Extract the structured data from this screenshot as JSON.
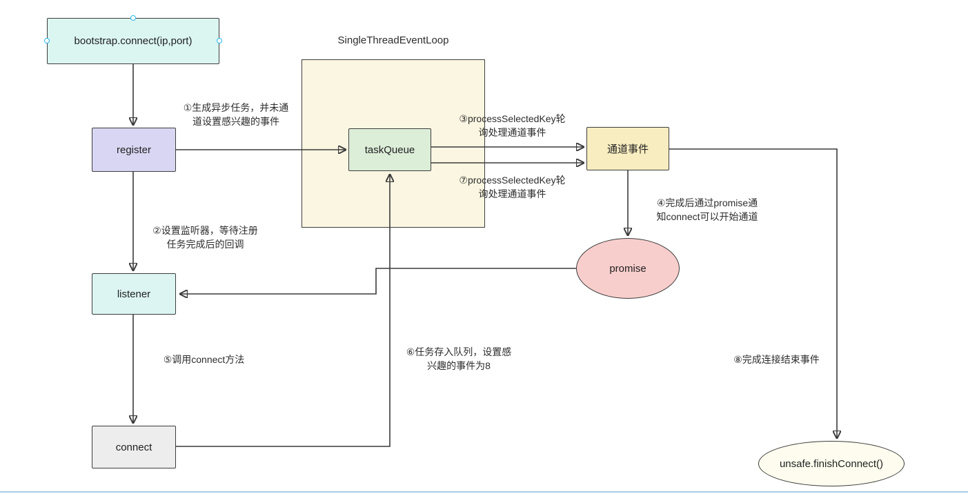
{
  "diagram": {
    "container_title": "SingleThreadEventLoop",
    "nodes": {
      "bootstrap": {
        "label": "bootstrap.connect(ip,port)",
        "fill": "#dbf6f1"
      },
      "register": {
        "label": "register",
        "fill": "#d9d6f3"
      },
      "task_queue": {
        "label": "taskQueue",
        "fill": "#dcedd8"
      },
      "channel_event": {
        "label": "通道事件",
        "fill": "#f8edc0"
      },
      "promise": {
        "label": "promise",
        "fill": "#f8cecc"
      },
      "listener": {
        "label": "listener",
        "fill": "#dcf5f3"
      },
      "connect": {
        "label": "connect",
        "fill": "#ededed"
      },
      "finish_connect": {
        "label": "unsafe.finishConnect()",
        "fill": "#fdfcee"
      }
    },
    "edge_labels": {
      "step1": "①生成异步任务，并未通\n道设置感兴趣的事件",
      "step2": "②设置监听器，等待注册\n任务完成后的回调",
      "step3": "③processSelectedKey轮\n询处理通道事件",
      "step4": "④完成后通过promise通\n知connect可以开始通道",
      "step5": "⑤调用connect方法",
      "step6": "⑥任务存入队列，设置感\n兴趣的事件为8",
      "step7": "⑦processSelectedKey轮\n询处理通道事件",
      "step8": "⑧完成连接结束事件"
    },
    "colors": {
      "edge_stroke": "#3a3a3a",
      "selection_handle": "#29b6f2",
      "window_bottom_border": "#a9cbea"
    }
  }
}
